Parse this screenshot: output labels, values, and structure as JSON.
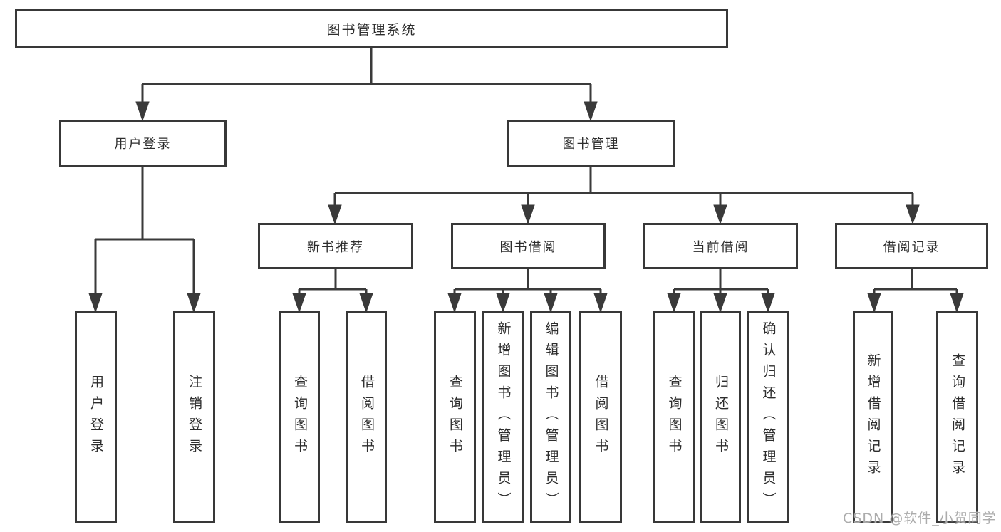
{
  "diagram": {
    "root": "图书管理系统",
    "branches": [
      {
        "label": "用户登录",
        "leaves": [
          "用户登录",
          "注销登录"
        ]
      },
      {
        "label": "图书管理",
        "sections": [
          {
            "label": "新书推荐",
            "leaves": [
              "查询图书",
              "借阅图书"
            ]
          },
          {
            "label": "图书借阅",
            "leaves": [
              "查询图书",
              "新增图书（管理员）",
              "编辑图书（管理员）",
              "借阅图书"
            ]
          },
          {
            "label": "当前借阅",
            "leaves": [
              "查询图书",
              "归还图书",
              "确认归还（管理员）"
            ]
          },
          {
            "label": "借阅记录",
            "leaves": [
              "新增借阅记录",
              "查询借阅记录"
            ]
          }
        ]
      }
    ]
  },
  "watermark": "CSDN @软件_小贺同学",
  "colors": {
    "line": "#3a3a3a",
    "box_border": "#383838",
    "text": "#2d2d2d",
    "watermark": "#a8a8a8",
    "background": "#ffffff"
  }
}
